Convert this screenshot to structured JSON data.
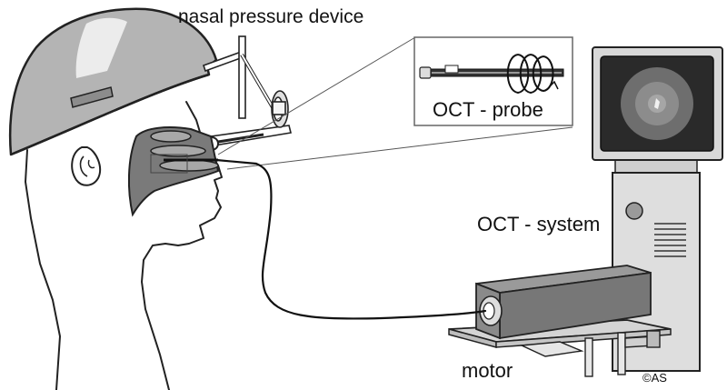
{
  "labels": {
    "nasal_pressure_device": "nasal pressure device",
    "oct_probe": "OCT - probe",
    "oct_system": "OCT - system",
    "motor": "motor",
    "copyright": "©AS"
  },
  "colors": {
    "outline": "#222222",
    "helmet": "#b4b4b4",
    "helmet_highlight": "#ececec",
    "nasal_cavity": "#7a7a7a",
    "turbinate": "#a8a8a8",
    "monitor_frame": "#d8d8d8",
    "screen": "#2a2a2a",
    "tower": "#dedede",
    "motor_box": "#777777",
    "table": "#d4d4d4",
    "cable": "#111111"
  }
}
